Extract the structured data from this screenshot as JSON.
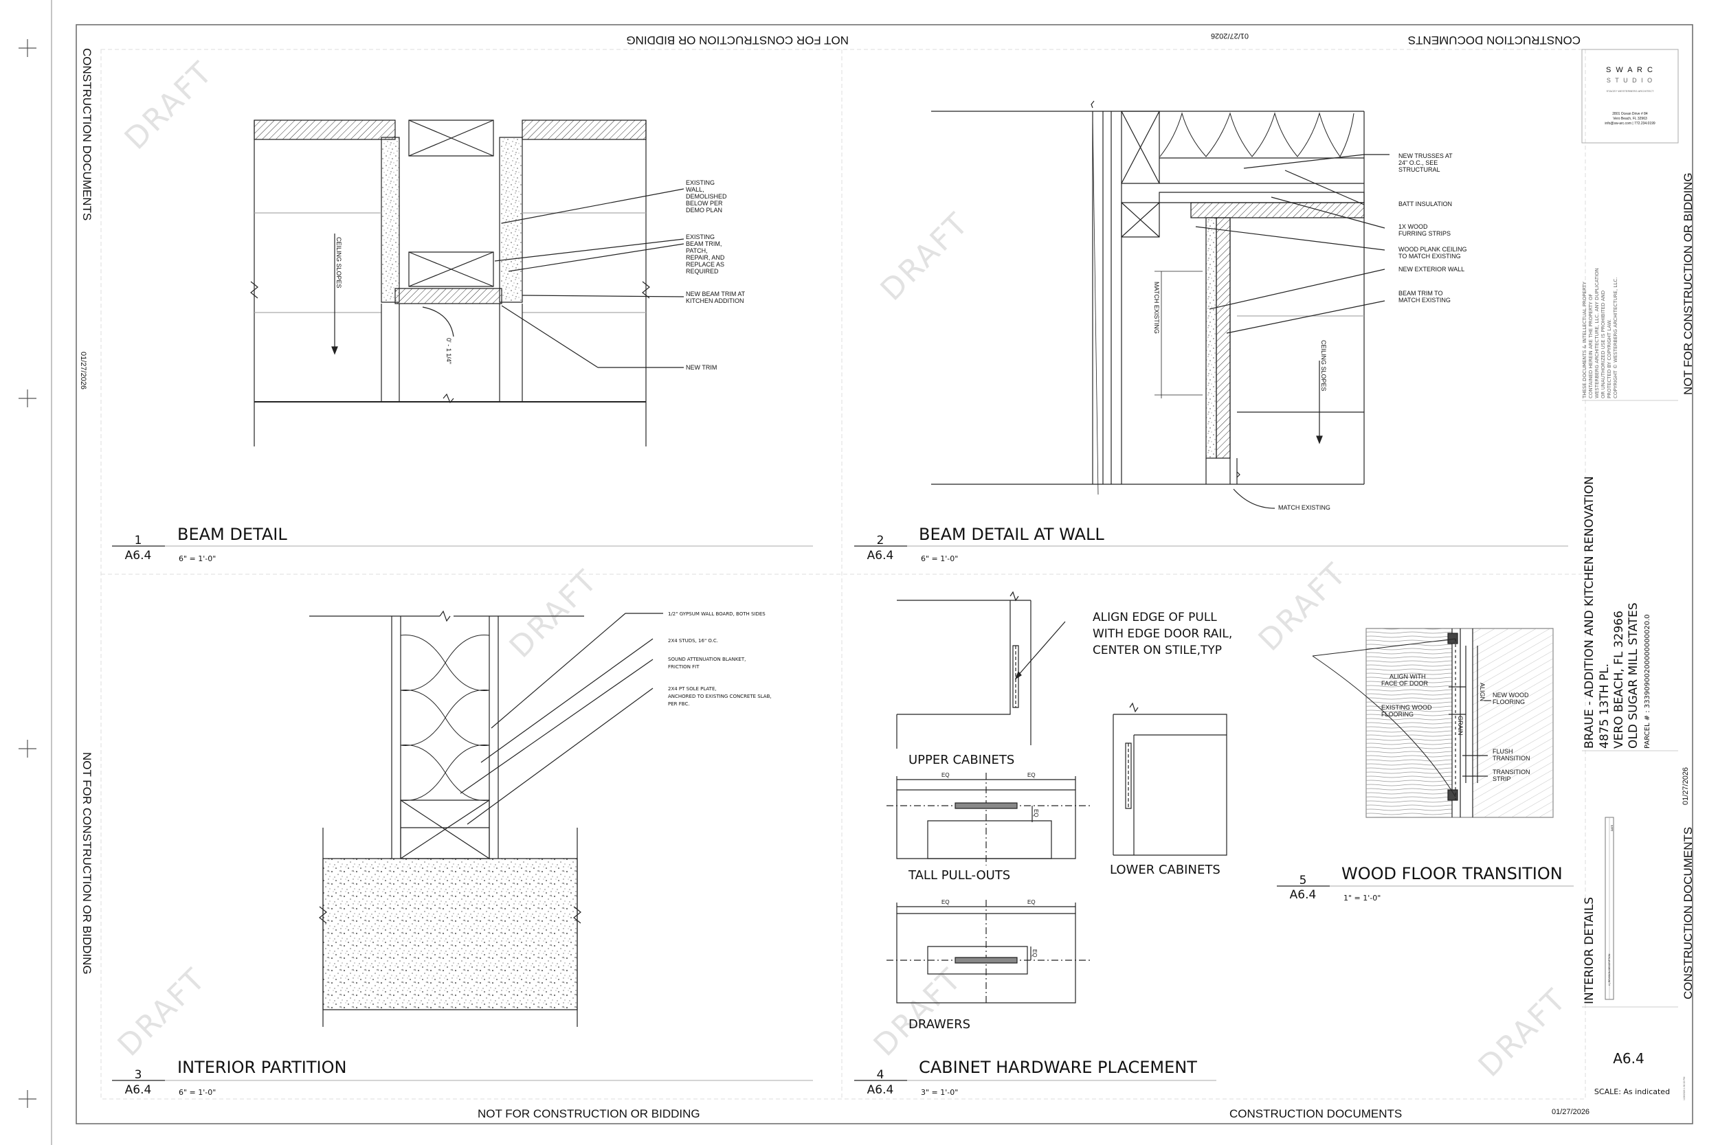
{
  "sheet": {
    "notice": "NOT FOR CONSTRUCTION OR BIDDING",
    "doc_type": "CONSTRUCTION DOCUMENTS",
    "date": "01/27/2026",
    "watermark": "DRAFT"
  },
  "title_block": {
    "logo_line1": "S W A R C",
    "logo_line2": "S T U D I O",
    "logo_tag": "STACEY WESTERBERG ARCHITECT",
    "address_lines": [
      "2801 Ocean Drive # 84",
      "Vero Beach, FL 32963",
      "info@sw-arc.com | 772.234.0199"
    ],
    "copyright_lines": [
      "THESE DOCUMENTS & INTELLECTUAL PROPERTY",
      "CONTAINED HEREIN ARE THE PROPERTY OF",
      "WESTERBERG ARCHITECTURE, LLC. ANY DUPLICATION",
      "OR UNAUTHORIZED USE IS PROHIBITED AND",
      "PROTECTED BY COPYRIGHT LAW.",
      "COPYRIGHT © WESTERBERG ARCHITECTURE, LLC."
    ],
    "project_name": "BRAUE - ADDITION AND KITCHEN RENOVATION",
    "address_1": "4875 13TH PL.",
    "address_2": "VERO BEACH, FL 32966",
    "address_3": "OLD SUGAR MILL STATES",
    "parcel": "PARCEL # : 33390900200000000020.0",
    "sheet_title": "INTERIOR DETAILS",
    "rev_header": "DATE",
    "rev_col": "# | REVISION DESCRIPTION",
    "sheet_number": "A6.4",
    "scale": "SCALE: As indicated",
    "print_stamp": "1/28/2026 1:30:32 PM"
  },
  "details": {
    "d1": {
      "number": "1",
      "sheet": "A6.4",
      "title": "BEAM DETAIL",
      "scale": "6\" = 1'-0\"",
      "notes": [
        "EXISTING",
        "WALL,",
        "DEMOLISHED",
        "BELOW PER",
        "DEMO PLAN"
      ],
      "notes2": [
        "EXISTING",
        "BEAM TRIM,",
        "PATCH,",
        "REPAIR, AND",
        "REPLACE AS",
        "REQUIRED"
      ],
      "note3a": "NEW BEAM TRIM AT",
      "note3b": "KITCHEN ADDITION",
      "note4": "NEW TRIM",
      "ceiling": "CEILING SLOPES",
      "dim": "0' - 1 1/4\""
    },
    "d2": {
      "number": "2",
      "sheet": "A6.4",
      "title": "BEAM DETAIL AT WALL",
      "scale": "6\" = 1'-0\"",
      "n1": [
        "NEW TRUSSES AT",
        "24\" O.C., SEE",
        "STRUCTURAL"
      ],
      "n2": "BATT INSULATION",
      "n3": [
        "1X WOOD",
        "FURRING STRIPS"
      ],
      "n4": [
        "WOOD PLANK CEILING",
        "TO MATCH EXISTING"
      ],
      "n5": "NEW EXTERIOR WALL",
      "n6": [
        "BEAM TRIM TO",
        "MATCH EXISTING"
      ],
      "n7": "MATCH EXISTING",
      "vert": "MATCH EXISTING",
      "ceiling": "CEILING SLOPES"
    },
    "d3": {
      "number": "3",
      "sheet": "A6.4",
      "title": "INTERIOR PARTITION",
      "scale": "6\" = 1'-0\"",
      "n1": "1/2\" GYPSUM WALL BOARD, BOTH SIDES",
      "n2": "2X4 STUDS, 16\" O.C.",
      "n3": [
        "SOUND ATTENUATION BLANKET,",
        "FRICTION FIT"
      ],
      "n4": [
        "2X4 PT SOLE PLATE,",
        "ANCHORED TO EXISTING CONCRETE SLAB,",
        "PER FBC."
      ]
    },
    "d4": {
      "number": "4",
      "sheet": "A6.4",
      "title": "CABINET HARDWARE PLACEMENT",
      "scale": "3\" = 1'-0\"",
      "align_note": [
        "ALIGN EDGE OF PULL",
        "WITH EDGE DOOR RAIL,",
        "CENTER ON STILE,TYP"
      ],
      "upper": "UPPER CABINETS",
      "lower": "LOWER CABINETS",
      "tall": "TALL PULL-OUTS",
      "drawers": "DRAWERS",
      "eq": "EQ"
    },
    "d5": {
      "number": "5",
      "sheet": "A6.4",
      "title": "WOOD FLOOR TRANSITION",
      "scale": "1\" = 1'-0\"",
      "n1": [
        "ALIGN WITH",
        "FACE OF DOOR"
      ],
      "n2": [
        "EXISTING WOOD",
        "FLOORING"
      ],
      "n3": [
        "NEW WOOD",
        "FLOORING"
      ],
      "n4": [
        "FLUSH",
        "TRANSITION"
      ],
      "n5": [
        "TRANSITION",
        "STRIP"
      ],
      "grain": "GRAIN",
      "align": "ALIGN"
    }
  }
}
